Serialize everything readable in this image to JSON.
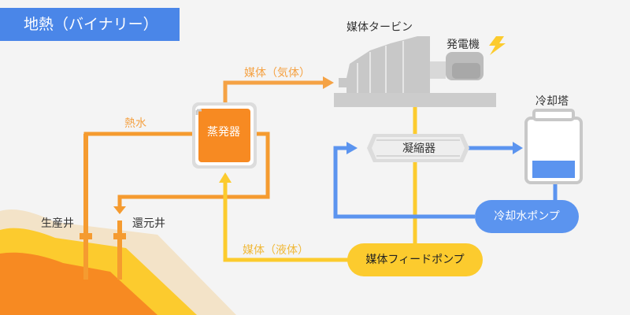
{
  "title": "地熱（バイナリー）",
  "labels": {
    "turbine": "媒体タービン",
    "generator": "発電機",
    "cooling_tower": "冷却塔",
    "evaporator": "蒸発器",
    "condenser": "凝縮器",
    "production_well": "生産井",
    "reinjection_well": "還元井",
    "hot_water": "熱水",
    "medium_gas": "媒体（気体）",
    "medium_liquid": "媒体（液体）",
    "feed_pump": "媒体フィードポンプ",
    "cooling_pump": "冷却水ポンプ"
  },
  "colors": {
    "title_bg": "#4a86e8",
    "hot_water": "#f59b30",
    "medium_gas": "#f5a244",
    "medium_liquid": "#fccb2e",
    "cooling_water": "#5b94ef",
    "machine_gray": "#c8c8c8",
    "ground_outer": "#f3e3c8",
    "ground_mid": "#fccb2e",
    "ground_inner": "#f78a22"
  },
  "icons": {
    "generator": "lightning-bolt-icon"
  }
}
